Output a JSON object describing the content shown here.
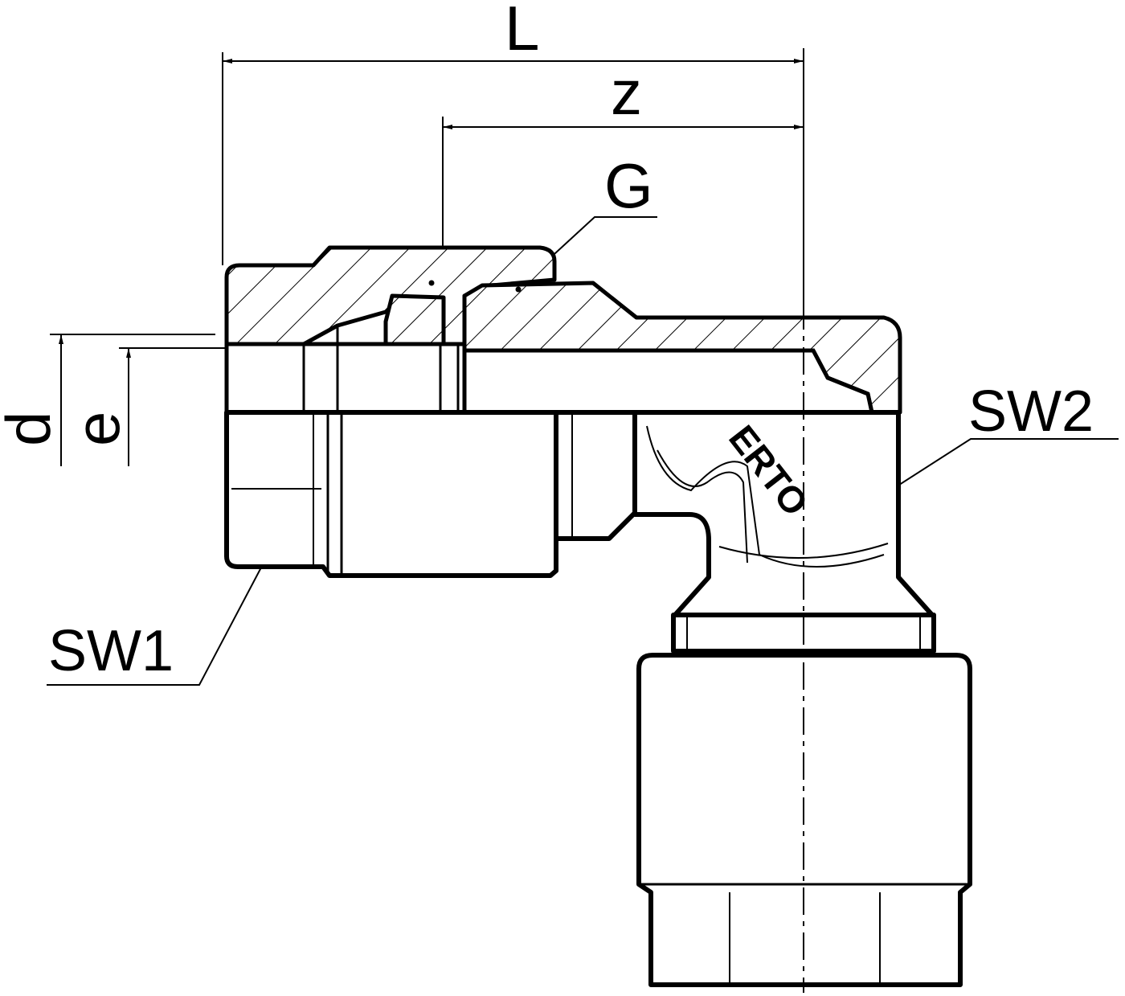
{
  "labels": {
    "L": "L",
    "z": "z",
    "G": "G",
    "d": "d",
    "e": "e",
    "SW1": "SW1",
    "SW2": "SW2",
    "brand_fragment": "ERTO"
  },
  "colors": {
    "line": "#000000",
    "background": "#ffffff"
  }
}
